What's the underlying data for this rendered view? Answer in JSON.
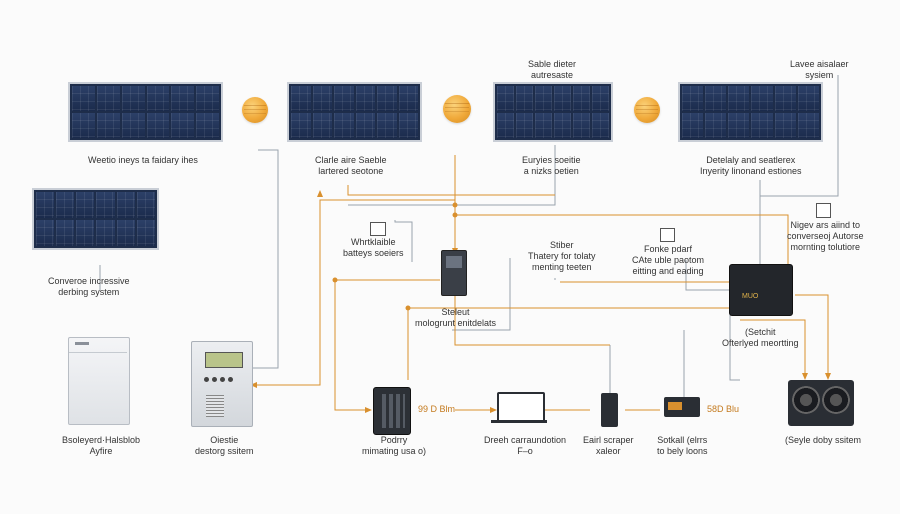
{
  "colors": {
    "wire": "#d9902e",
    "wire_gray": "#9aa3ad",
    "panel": "#1e2d4a",
    "sun": "#f0a93a"
  },
  "labels": {
    "panel1": [
      "Weetio ineys ta faidary ihes"
    ],
    "panel2": [
      "Clarle aire Saeble",
      "lartered seotone"
    ],
    "panel3_top": [
      "Sable dieter",
      "autresaste"
    ],
    "panel3": [
      "Euryies soeitie",
      "a nizks oetien"
    ],
    "panel4_top": [
      "Lavee aisalaer",
      "sysiem"
    ],
    "panel4": [
      "Detelaly and seatlerex",
      "Inyerity linonand estiones"
    ],
    "panel5": [
      "Converoe incressive",
      "derbing system"
    ],
    "small_box": [
      "Whrtklaible",
      "batteys soeiers"
    ],
    "controller": [
      "Steleut",
      "mologrunt enitdelats"
    ],
    "battery_text": [
      "Stiber",
      "Thatery for tolaty",
      "menting teeten"
    ],
    "fonke": [
      "Fonke pdarf",
      "CAte uble paotom",
      "eitting and eading"
    ],
    "right_text": [
      "Nigev ars aiind to",
      "converseoj Autorse",
      "mornting tolutiore"
    ],
    "switch": [
      "(Setchit",
      "Ofterlyed meortting"
    ],
    "house_box": [
      "Bsoleyerd·Halsblob",
      "Ayfire"
    ],
    "inverter_box": [
      "Oiestie",
      "destorg ssitem"
    ],
    "keypad": [
      "Podrry",
      "mimating usa o)"
    ],
    "laptop": [
      "Dreeh carraundotion",
      "F–o"
    ],
    "mobile": [
      "Eairl scraper",
      "xaleor"
    ],
    "meter": [
      "Sotkall (elrrs",
      "to bely loons"
    ],
    "speaker": [
      "(Seyle doby ssitem"
    ],
    "val1": "99 D Blm",
    "val2": "58D Blu",
    "inverter_brand": "MUO"
  }
}
